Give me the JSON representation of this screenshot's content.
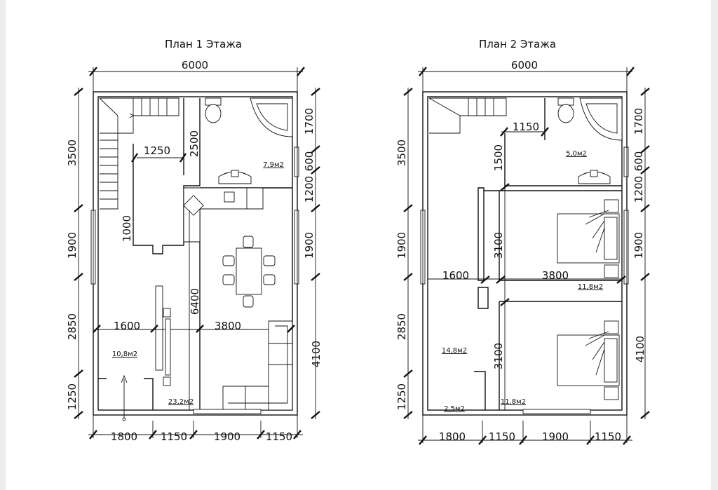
{
  "plans": [
    {
      "title": "План 1 Этажа",
      "dims_top": [
        "6000"
      ],
      "dims_bottom": [
        "1800",
        "1150",
        "1900",
        "1150"
      ],
      "dims_left": [
        "3500",
        "1900",
        "2850",
        "1250"
      ],
      "dims_right": [
        "1700",
        "600",
        "1200",
        "1900",
        "4100"
      ],
      "dims_inner": [
        "1250",
        "2500",
        "1000",
        "6400",
        "1600",
        "3800"
      ],
      "areas": [
        "7,9м2",
        "10,8м2",
        "23,2м2"
      ]
    },
    {
      "title": "План 2 Этажа",
      "dims_top": [
        "6000"
      ],
      "dims_bottom": [
        "1800",
        "1150",
        "1900",
        "1150"
      ],
      "dims_left": [
        "3500",
        "1900",
        "2850",
        "1250"
      ],
      "dims_right": [
        "1700",
        "600",
        "1200",
        "1900",
        "4100"
      ],
      "dims_inner": [
        "1150",
        "1500",
        "3100",
        "1600",
        "3800",
        "3100"
      ],
      "areas": [
        "5,0м2",
        "11,8м2",
        "14,8м2",
        "2,5м2",
        "11,8м2"
      ]
    }
  ]
}
